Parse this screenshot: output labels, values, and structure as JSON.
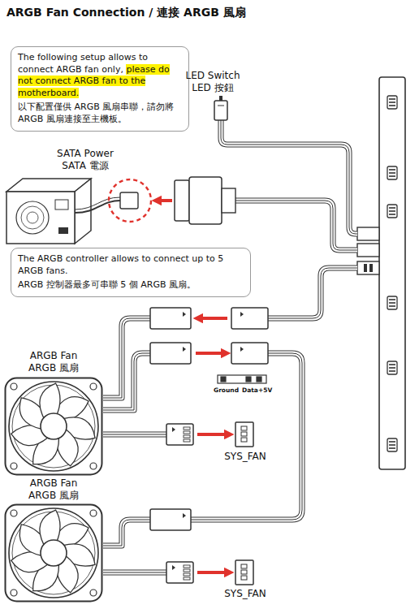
{
  "diagram": {
    "title": "ARGB Fan Connection / 連接 ARGB 風扇",
    "nodes": [
      {
        "text": [
          "The following setup allows to connect ARGB fan only,",
          "please do not connect ARGB fan to the motherboard.",
          "以下配置僅供 ARGB 風扇串聯，請勿將 ARGB 風扇連接至主機板。"
        ]
      },
      {
        "text": [
          "The ARGB controller allows to connect up to 5 ARGB fans.",
          "ARGB 控制器最多可串聯 5 個 ARGB 風扇。"
        ]
      }
    ],
    "labels": [
      "LED Switch",
      "LED 按鈕",
      "SATA Power",
      "SATA 電源",
      "ARGB Fan",
      "ARGB 風扇",
      "ARGB Fan",
      "ARGB 風扇",
      "SYS_FAN",
      "SYS_FAN",
      "Ground",
      "Data",
      "+5V"
    ]
  }
}
